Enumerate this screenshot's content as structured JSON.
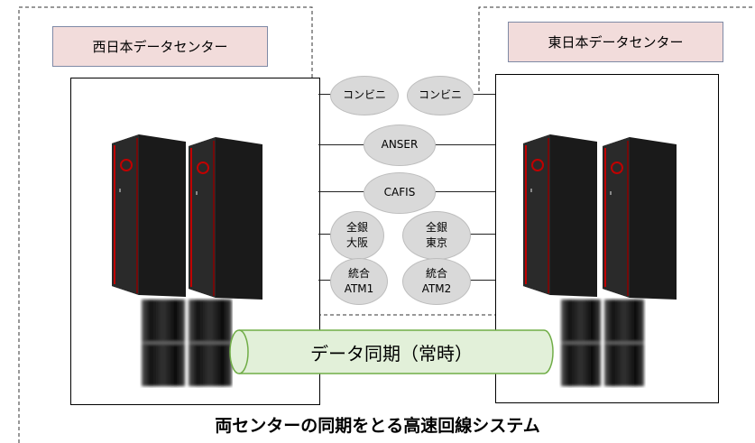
{
  "west_center": {
    "label": "西日本データセンター"
  },
  "east_center": {
    "label": "東日本データセンター"
  },
  "networks": [
    {
      "label": "コンビニ"
    },
    {
      "label": "コンビニ"
    },
    {
      "label": "ANSER"
    },
    {
      "label": "CAFIS"
    },
    {
      "label": "全銀\n大阪"
    },
    {
      "label": "全銀\n東京"
    },
    {
      "label": "統合\nATM1"
    },
    {
      "label": "統合\nATM2"
    }
  ],
  "sync_pipe": {
    "label": "データ同期（常時）"
  },
  "caption": "両センターの同期をとる高速回線システム",
  "colors": {
    "label_fill": "#f2dcdb",
    "oval_fill": "#d9d9d9",
    "pipe_fill": "#e2f0d9",
    "pipe_stroke": "#70ad47",
    "rack_accent": "#c00000"
  }
}
